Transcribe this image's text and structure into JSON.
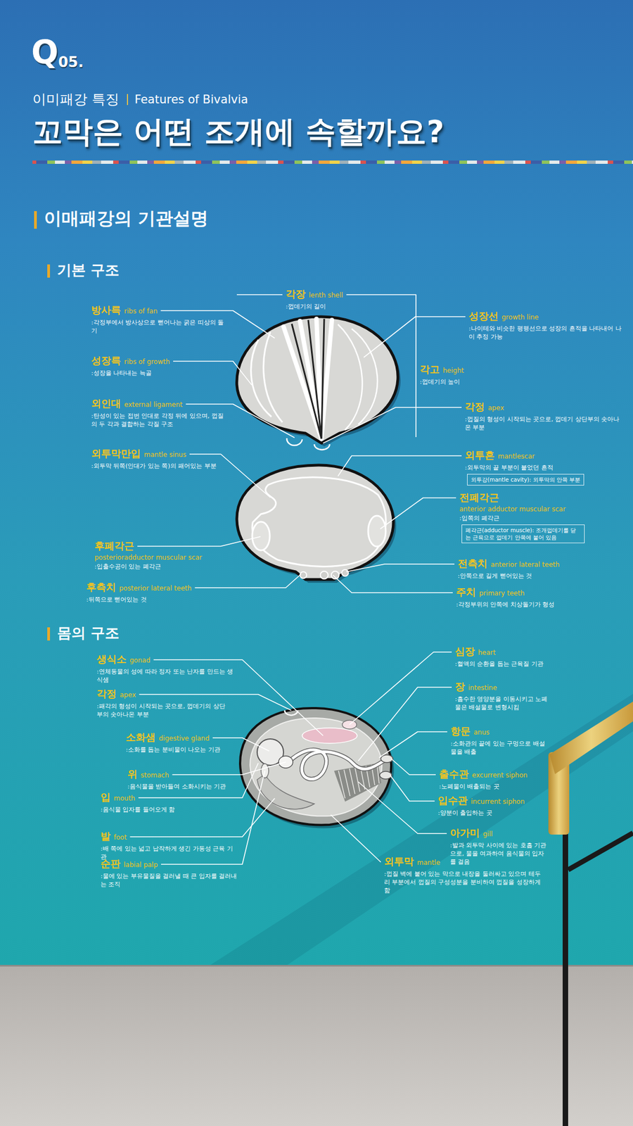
{
  "diagram": {
    "title": "꼬막은 어떤 조개에 속할까요?",
    "nodes": [
      {
        "text": [
          "외투강(mantle cavity): 외투막의 안쪽 부분"
        ]
      },
      {
        "text": [
          "폐각근(adductor muscle): 조개껍데기를 닫는 근육으로 껍데기 안쪽에 붙어 있음"
        ]
      }
    ],
    "labels": [
      "Q",
      "05.",
      "이미패강 특징",
      "Features of Bivalvia",
      "이매패강의 기관설명",
      "기본 구조",
      "각장",
      "lenth shell",
      ":껍데기의 길이",
      "방사륵",
      "ribs of fan",
      ":각정부에서 방사상으로 뻗어나는 굵은 띠상의 돌기",
      "성장선",
      "growth line",
      ":나이테와 비슷한 평행선으로 성장의 흔적을 나타내어 나이 추정 가능",
      "성장륵",
      "ribs of growth",
      ":성장을 나타내는 늑골",
      "각고",
      "height",
      ":껍데기의 높이",
      "외인대",
      "external ligament",
      ":탄성이 있는 접번 인대로 각정 뒤에 있으며, 껍질의 두 각과 결합하는 각질 구조",
      "각정",
      "apex",
      ":껍질의 형성이 시작되는 곳으로, 껍데기 상단부의 솟아나온 부분",
      "외투막만입",
      "mantle sinus",
      ":외투막 뒤쪽(인대가 있는 쪽)의 패어있는 부분",
      "외투흔",
      "mantlescar",
      ":외투막의 끝 부분이 붙었던 흔적",
      "전폐각근",
      "anterior adductor muscular scar",
      ":입쪽의 폐각근",
      "후폐각근",
      "posterioradductor muscular scar",
      ":입출수공이 있는 폐각근",
      "전측치",
      "anterior lateral teeth",
      ":안쪽으로 길게 뻗어있는 것",
      "후측치",
      "posterior lateral teeth",
      ":뒤쪽으로 뻗어있는 것",
      "주치",
      "primary teeth",
      ":각정부위의 안쪽에 치상돌기가 형성",
      "몸의 구조",
      "생식소",
      "gonad",
      ":연체동물의 성에 따라 정자 또는 난자를 만드는 생식샘",
      "심장",
      "heart",
      ":혈액의 순환을 돕는 근육질 기관",
      "각정",
      "apex",
      ":패각의 형성이 시작되는 곳으로, 껍데기의 상단부의 솟아나온 부분",
      "장",
      "intestine",
      ":흡수한 영양분을 이동시키고 노폐물은 배설물로 변형시킴",
      "소화샘",
      "digestive gland",
      ":소화를 돕는 분비물이 나오는 기관",
      "항문",
      "anus",
      ":소화관의 끝에 있는 구멍으로 배설물을 배출",
      "위",
      "stomach",
      ":음식물을 받아들여 소화시키는 기관",
      "출수관",
      "excurrent siphon",
      ":노폐물이 배출되는 곳",
      "입",
      "mouth",
      ":음식물 입자를 들어오게 함",
      "입수관",
      "incurrent siphon",
      ":양분이 출입하는 곳",
      "발",
      "foot",
      ":배 쪽에 있는 넓고 납작하게 생긴 가동성 근육 기관",
      "아가미",
      "gill",
      ":발과 외투막 사이에 있는 호흡 기관으로, 물을 여과하여 음식물의 입자를 걸음",
      "순판",
      "labial palp",
      ":물에 있는 부유물질을 걸러낼 때 큰 입자를 걸러내는 조직",
      "외투막",
      "mantle",
      ":껍질 벽에 붙어 있는 막으로 내장을 둘러싸고 있으며 테두리 부분에서 껍질의 구성성분을 분비하여 껍질을 성장하게 함"
    ]
  }
}
